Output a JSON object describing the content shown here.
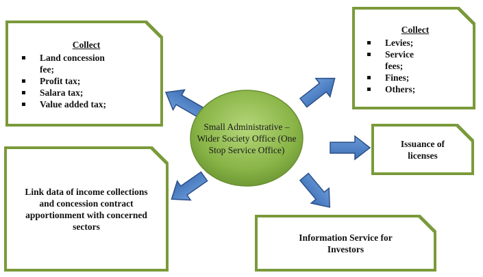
{
  "center": {
    "label": "Small Administrative – Wider Society Office (One Stop Service Office)"
  },
  "top_left": {
    "title": "Collect",
    "items": [
      "Land concession fee;",
      "Profit tax;",
      "Salara tax;",
      "Value added tax;"
    ]
  },
  "top_right": {
    "title": "Collect",
    "items": [
      "Levies;",
      "Service fees;",
      "Fines;",
      "Others;"
    ]
  },
  "mid_right": {
    "label": "Issuance of licenses"
  },
  "bottom_left": {
    "label": "Link data of income collections and concession contract apportionment with concerned sectors"
  },
  "bottom_right": {
    "label": "Information Service for Investors"
  },
  "colors": {
    "box_border": "#7a9a3a",
    "ellipse_fill": "#8ab548",
    "arrow_fill": "#4a7ec4",
    "arrow_stroke": "#2b4f86"
  }
}
